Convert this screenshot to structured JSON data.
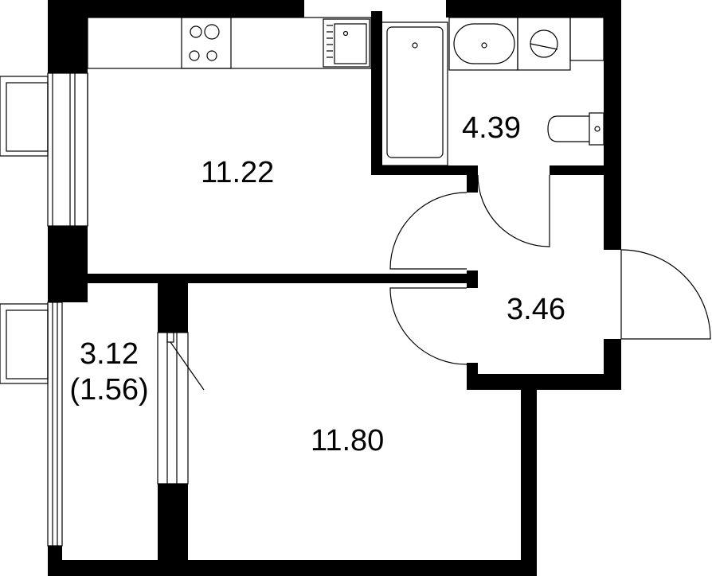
{
  "plan": {
    "colors": {
      "wall": "#000000",
      "line": "#000000",
      "background": "#ffffff"
    },
    "rooms": {
      "kitchen": {
        "area": "11.22"
      },
      "bathroom": {
        "area": "4.39"
      },
      "hall": {
        "area": "3.46"
      },
      "bedroom": {
        "area": "11.80"
      },
      "balcony": {
        "area": "3.12",
        "reduced_area": "(1.56)"
      }
    }
  }
}
